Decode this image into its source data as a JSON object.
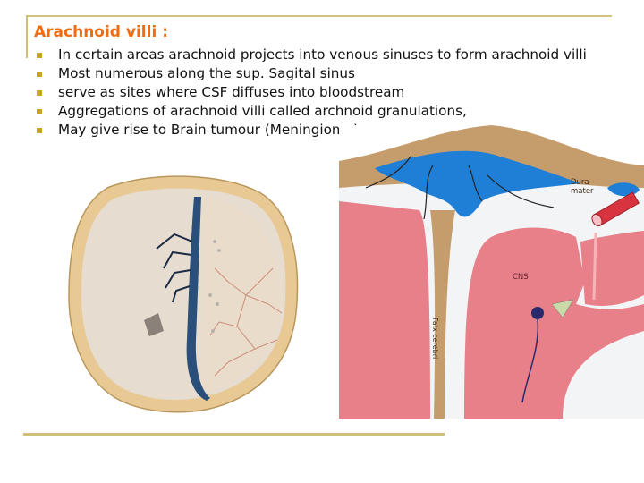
{
  "slide": {
    "title": "Arachnoid villi :",
    "bullets": [
      "In certain areas arachnoid projects into venous sinuses to form arachnoid villi",
      "Most numerous along the sup. Sagital sinus",
      "serve as sites where CSF diffuses into bloodstream",
      "Aggregations of arachnoid villi called archnoid granulations,",
      "May give rise to Brain tumour (Meningioma)"
    ],
    "accent_color": "#f26b0f",
    "bullet_color": "#c8a325",
    "rule_color": "#cfbf7a"
  },
  "figures": {
    "skull": {
      "description": "Superior view of opened skull showing superior sagittal sinus with arachnoid granulations"
    },
    "diagram": {
      "labels": {
        "dura": "Dura",
        "mater": "mater",
        "cns": "CNS",
        "falx": "Falx cerebri"
      }
    }
  }
}
